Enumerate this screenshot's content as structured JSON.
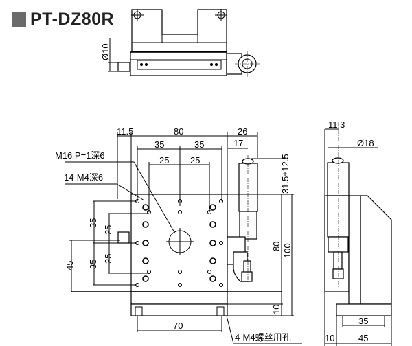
{
  "title": "PT-DZ80R",
  "top_view": {
    "dia_knob": "Ø10"
  },
  "front_view": {
    "dims_top": {
      "left_offset": "11.5",
      "width": "80",
      "micrometer": "26",
      "micrometer_center": "17",
      "hole_35a": "35",
      "hole_35b": "35",
      "hole_25a": "25",
      "hole_25b": "25"
    },
    "travel": "31.5±12.5",
    "callout_center_hole": "M16 P=1深6",
    "callout_holes": "14-M4深6",
    "dims_left": {
      "height_45": "45",
      "hole_35a": "35",
      "hole_35b": "35",
      "hole_25a": "25",
      "hole_25b": "25"
    },
    "dims_right": {
      "plate": "80",
      "total": "100",
      "base": "10"
    },
    "dim_bottom": "70",
    "callout_mount": "4-M4螺丝用孔"
  },
  "side_view": {
    "offset": "11.3",
    "dia_micrometer": "Ø18",
    "base_holes": "35",
    "base_depth": "45",
    "base_thickness": "10"
  }
}
